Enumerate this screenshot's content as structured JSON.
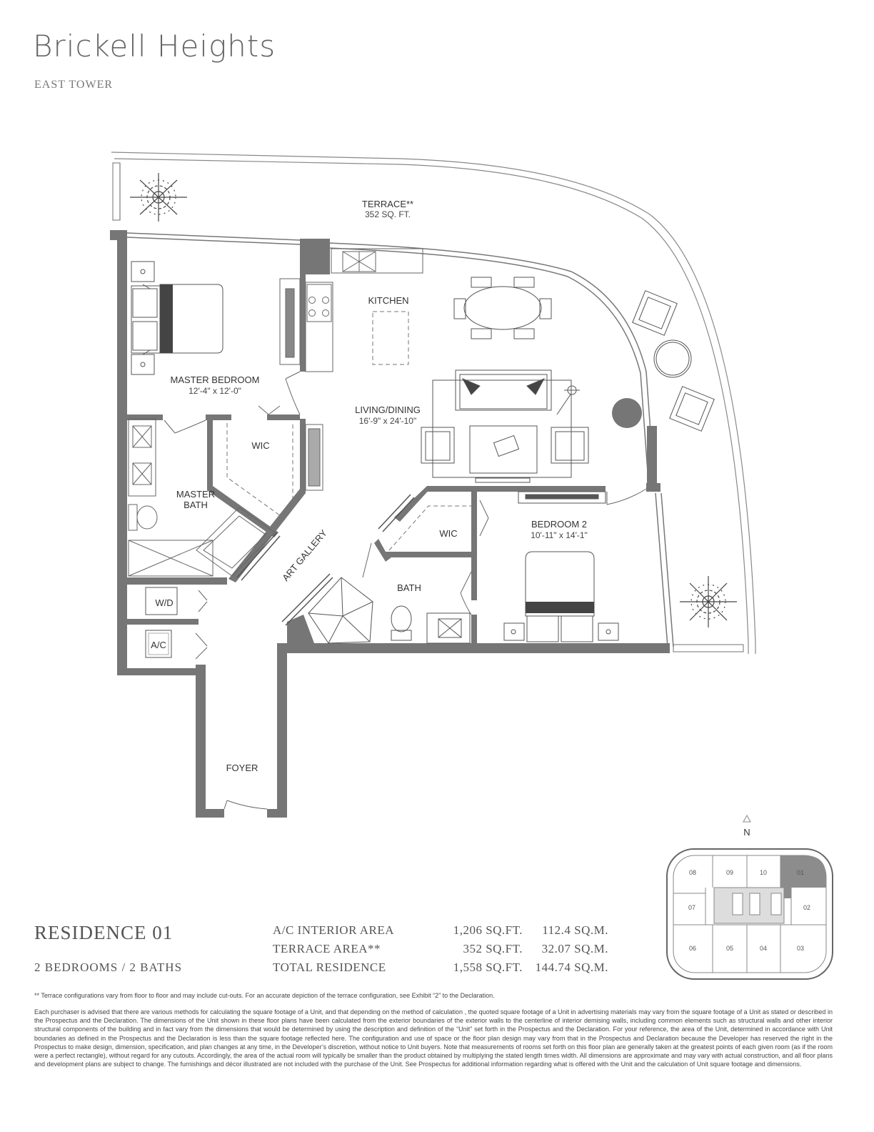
{
  "header": {
    "brand": "Brickell Heights",
    "tower": "EAST TOWER"
  },
  "plan": {
    "terrace": {
      "label": "TERRACE**",
      "area": "352 SQ. FT."
    },
    "kitchen": {
      "label": "KITCHEN"
    },
    "master_bedroom": {
      "label": "MASTER BEDROOM",
      "dims": "12'-4\" x 12'-0\""
    },
    "living_dining": {
      "label": "LIVING/DINING",
      "dims": "16'-9\" x 24'-10\""
    },
    "wic_master": {
      "label": "WIC"
    },
    "master_bath": {
      "label_line1": "MASTER",
      "label_line2": "BATH"
    },
    "art_gallery": {
      "label": "ART GALLERY"
    },
    "wic_2": {
      "label": "WIC"
    },
    "bedroom_2": {
      "label": "BEDROOM 2",
      "dims": "10'-11\" x 14'-1\""
    },
    "bath": {
      "label": "BATH"
    },
    "wd": {
      "label": "W/D"
    },
    "ac": {
      "label": "A/C"
    },
    "foyer": {
      "label": "FOYER"
    }
  },
  "compass": {
    "label": "N"
  },
  "key_plan": {
    "units": [
      "08",
      "09",
      "10",
      "01",
      "07",
      "02",
      "06",
      "05",
      "04",
      "03"
    ],
    "highlighted": "01",
    "highlight_color": "#8c8c8c"
  },
  "residence": {
    "title": "RESIDENCE 01",
    "subtitle": "2 BEDROOMS / 2 BATHS",
    "areas": [
      {
        "label": "A/C INTERIOR AREA",
        "sqft": "1,206 SQ.FT.",
        "sqm": "112.4 SQ.M."
      },
      {
        "label": "TERRACE AREA**",
        "sqft": "352 SQ.FT.",
        "sqm": "32.07 SQ.M."
      },
      {
        "label": "TOTAL RESIDENCE",
        "sqft": "1,558 SQ.FT.",
        "sqm": "144.74 SQ.M."
      }
    ]
  },
  "footnotes": {
    "terrace_note": "** Terrace configurations vary from floor to floor and may include cut-outs.  For an accurate depiction of the terrace configuration, see Exhibit “2” to the Declaration.",
    "disclaimer": "Each purchaser is advised that there are various methods for calculating the square footage of a Unit, and that depending on the method of calculation , the quoted square footage of a Unit in advertising materials may vary from the square footage of a Unit as stated or described in the Prospectus and the Declaration.  The dimensions of the Unit shown in these floor plans have been calculated from the exterior boundaries of the exterior walls to the centerline of interior demising walls, including common elements such as structural walls and other interior structural components of the building and in fact vary from the dimensions that would be determined by using the description and definition of the “Unit” set forth in the Prospectus and the Declaration.  For your reference, the area of the Unit, determined in accordance with Unit boundaries as defined in the Prospectus and the Declaration is less than the square footage reflected here. The configuration and use of space or the floor plan design may vary from that in the Prospectus and Declaration because the Developer has reserved the right in the Prospectus to make design, dimension, specification, and plan changes at any time, in the Developer’s discretion, without notice to Unit buyers. Note that measurements of rooms set forth on this floor plan are generally taken at the greatest points of each given room (as if the room were a perfect rectangle), without regard for any cutouts.  Accordingly, the area of the actual room will typically be smaller than the product obtained by multiplying the stated length times width.  All dimensions are approximate and may vary with actual construction, and all floor plans and development plans are subject to change.  The furnishings and décor illustrated are not included with the purchase of the Unit. See Prospectus for additional information regarding what is offered with the Unit and the calculation of Unit square footage and dimensions."
  },
  "colors": {
    "wall": "#767676",
    "line": "#666666",
    "text": "#555555"
  }
}
